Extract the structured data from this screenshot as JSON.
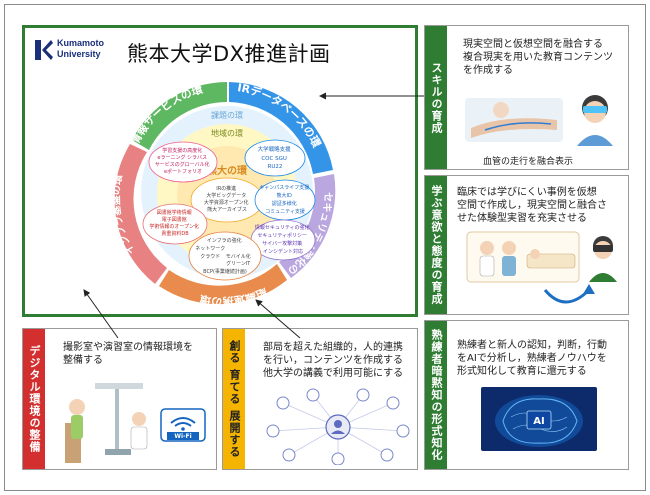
{
  "header": {
    "logo_line1": "Kumamoto",
    "logo_line2": "University",
    "title": "熊本大学DX推進計画"
  },
  "wheel": {
    "outer_segments": [
      {
        "label": "情報サービスの環",
        "color": "#4caf50"
      },
      {
        "label": "IRデータベースの環",
        "color": "#1e88e5"
      },
      {
        "label": "セキュリティ強化の環",
        "color": "#b39ddb"
      },
      {
        "label": "組織連携の環",
        "color": "#e67e3a"
      },
      {
        "label": "インフラ基盤の環",
        "color": "#e57373"
      }
    ],
    "inner_ring": "課題の環",
    "middle_ring": "地域の環",
    "center": "熊大の環",
    "clusters": {
      "top_left": [
        "学習支援の高度化",
        "eラーニング シラバス",
        "サービスのグローバル化",
        "eポートフォリオ"
      ],
      "center": [
        "IRの推進",
        "大学ビッグデータ",
        "大学資源オープン化",
        "熊大アーカイブス"
      ],
      "top_right": [
        "大学戦略支援",
        "COC SGU",
        "RU22"
      ],
      "right_mid": [
        "キャンパスライフ支援",
        "熊大ID",
        "認証多様化",
        "コミュニティ支援"
      ],
      "left_mid": [
        "図書館学術情報",
        "電子図書館",
        "学術情報のオープン化",
        "貴重資料DB"
      ],
      "right_low": [
        "情報セキュリティの強化",
        "セキュリティポリシー",
        "サイバー攻撃対策",
        "インシデント対応"
      ],
      "bottom": [
        "インフラの強化",
        "ネットワーク",
        "クラウド",
        "モバイル化",
        "グリーンIT",
        "BCP(事業継続計画)"
      ]
    }
  },
  "panels": {
    "skills": {
      "label": "スキルの育成",
      "text": [
        "現実空間と仮想空間を融合する",
        "複合現実を用いた教育コンテンツ",
        "を作成する"
      ],
      "caption": "血管の走行を融合表示"
    },
    "motivation": {
      "label": "学ぶ意欲と態度の育成",
      "text": [
        "臨床では学びにくい事例を仮想",
        "空間で作成し，現実空間と融合さ",
        "せた体験型実習を充実させる"
      ]
    },
    "tacit": {
      "label": "熟練者暗黙知の形式知化",
      "text": [
        "熟練者と新人の認知，判断，行動",
        "をAIで分析し，熟練者ノウハウを",
        "形式知化して教育に還元する"
      ],
      "ai_label": "AI"
    },
    "digital": {
      "label": "デジタル環境の整備",
      "text": [
        "撮影室や演習室の情報環境を",
        "整備する"
      ],
      "wifi_label": "Wi-Fi"
    },
    "create": {
      "label": "創る 育てる 展開する",
      "text": [
        "部局を超えた組織的，人的連携",
        "を行い，コンテンツを作成する",
        "他大学の講義で利用可能にする"
      ]
    }
  },
  "colors": {
    "green": "#2e7d32",
    "red": "#d32f2f",
    "yellow": "#f4b400",
    "ai_blue": "#0d47a1"
  }
}
